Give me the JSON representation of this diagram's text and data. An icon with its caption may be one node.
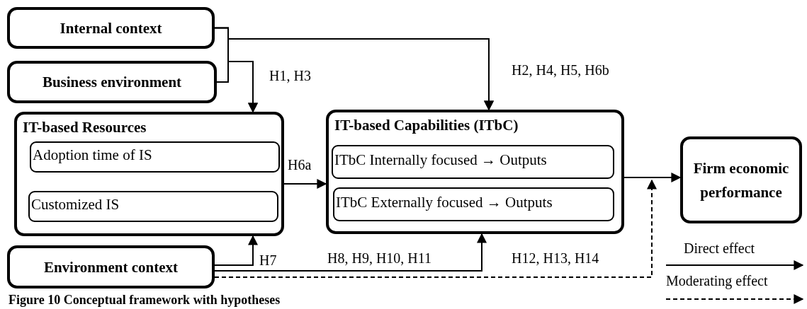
{
  "diagram": {
    "caption": "Figure 10 Conceptual framework with hypotheses",
    "nodes": [
      {
        "text": [
          "Internal context"
        ]
      },
      {
        "text": [
          "Business environment"
        ]
      },
      {
        "text": [
          "IT-based Resources"
        ]
      },
      {
        "text": [
          "Adoption time of IS"
        ],
        "in": 2
      },
      {
        "text": [
          "Customized IS"
        ],
        "in": 2
      },
      {
        "text": [
          "IT-based Capabilities (ITbC)"
        ]
      },
      {
        "text": [
          "ITbC Internally focused → Outputs"
        ],
        "in": 5
      },
      {
        "text": [
          "ITbC Externally focused → Outputs"
        ],
        "in": 5
      },
      {
        "text": [
          "Firm economic performance"
        ]
      },
      {
        "text": [
          "Environment context"
        ]
      }
    ],
    "edges": [
      {
        "from": 0,
        "to": 2,
        "arrow": "to",
        "label": "H1, H3"
      },
      {
        "from": 1,
        "to": 2,
        "arrow": "to"
      },
      {
        "from": 0,
        "to": 5,
        "arrow": "to",
        "label": "H2, H4, H5, H6b"
      },
      {
        "from": 1,
        "to": 5,
        "arrow": "to"
      },
      {
        "from": 2,
        "to": 5,
        "arrow": "to",
        "label": "H6a"
      },
      {
        "from": 5,
        "to": 8,
        "arrow": "to"
      },
      {
        "from": 9,
        "to": 2,
        "arrow": "to",
        "label": "H7"
      },
      {
        "from": 9,
        "to": 5,
        "arrow": "to",
        "label": "H8, H9, H10, H11"
      },
      {
        "from": 9,
        "to": null,
        "arrow": "to",
        "label": "H12, H13, H14",
        "style": "dashed"
      }
    ],
    "legend": [
      {
        "text": "Direct effect"
      },
      {
        "text": "Moderating effect"
      }
    ]
  }
}
